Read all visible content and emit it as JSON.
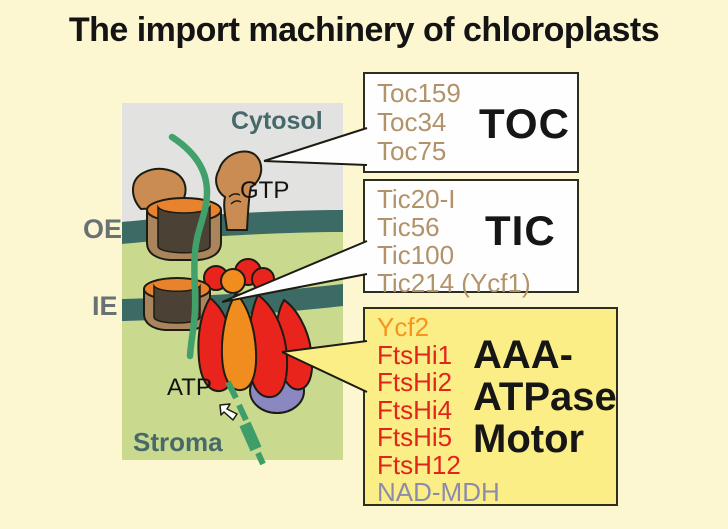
{
  "title": "The import machinery of chloroplasts",
  "diagram": {
    "labels": {
      "cytosol": "Cytosol",
      "oe": "OE",
      "ie": "IE",
      "gtp": "GTP",
      "atp": "ATP",
      "stroma": "Stroma"
    }
  },
  "boxes": {
    "toc": {
      "label": "TOC",
      "items": [
        "Toc159",
        "Toc34",
        "Toc75"
      ]
    },
    "tic": {
      "label": "TIC",
      "items": [
        "Tic20-I",
        "Tic56",
        "Tic100",
        "Tic214 (Ycf1)"
      ]
    },
    "motor": {
      "label_lines": [
        "AAA-",
        "ATPase",
        "Motor"
      ],
      "items": [
        "Ycf2",
        "FtsHi1",
        "FtsHi2",
        "FtsHi4",
        "FtsHi5",
        "FtsH12",
        "NAD-MDH"
      ]
    }
  },
  "colors": {
    "page_bg": "#fcf7d1",
    "title_text": "#141414",
    "cytosol_bg": "#e2e2e1",
    "stroma_bg": "#c9da8f",
    "membrane": "#3c6b66",
    "teal_label": "#47696b",
    "oe_ie_label": "#687173",
    "receptor_brown": "#cb8c53",
    "channel_wall": "#a9845c",
    "channel_inside": "#4b4134",
    "channel_rim_orange": "#e8822c",
    "preprotein_green": "#42a06b",
    "motor_red": "#e9241d",
    "motor_orange": "#f18d1e",
    "nad_mdh_purple": "#8a87c1",
    "list_brown": "#b29269",
    "ycf2_text": "#f7941e",
    "ftshi_text": "#e1251c",
    "nadmdh_text": "#8d8bac",
    "motor_box_bg": "#fbee86",
    "box_border": "#2d2d20"
  }
}
